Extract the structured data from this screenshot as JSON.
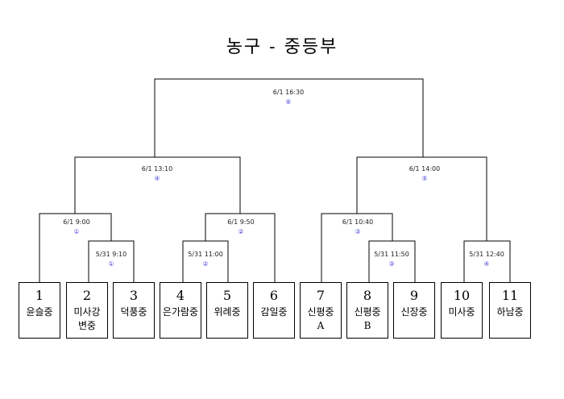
{
  "title": "농구 - 중등부",
  "teams": [
    {
      "num": "1",
      "name": "윤슬중"
    },
    {
      "num": "2",
      "name": "미사강\n변중"
    },
    {
      "num": "3",
      "name": "덕풍중"
    },
    {
      "num": "4",
      "name": "은가람중"
    },
    {
      "num": "5",
      "name": "위례중"
    },
    {
      "num": "6",
      "name": "감일중"
    },
    {
      "num": "7",
      "name": "신평중\nA"
    },
    {
      "num": "8",
      "name": "신평중\nB"
    },
    {
      "num": "9",
      "name": "신장중"
    },
    {
      "num": "10",
      "name": "미사중"
    },
    {
      "num": "11",
      "name": "하남중"
    }
  ],
  "matches": {
    "r1_left_a": {
      "time": "5/31  9:10",
      "mark": "①"
    },
    "r1_left_b": {
      "time": "5/31  11:00",
      "mark": "②"
    },
    "r1_right_a": {
      "time": "5/31  11:50",
      "mark": "③"
    },
    "r1_right_b": {
      "time": "5/31  12:40",
      "mark": "④"
    },
    "r2_1": {
      "time": "6/1  9:00",
      "mark": "①"
    },
    "r2_2": {
      "time": "6/1  9:50",
      "mark": "②"
    },
    "r2_3": {
      "time": "6/1  10:40",
      "mark": "③"
    },
    "semi_left": {
      "time": "6/1  13:10",
      "mark": "④"
    },
    "semi_right": {
      "time": "6/1  14:00",
      "mark": "⑤"
    },
    "final": {
      "time": "6/1  16:30",
      "mark": "⑥"
    }
  }
}
